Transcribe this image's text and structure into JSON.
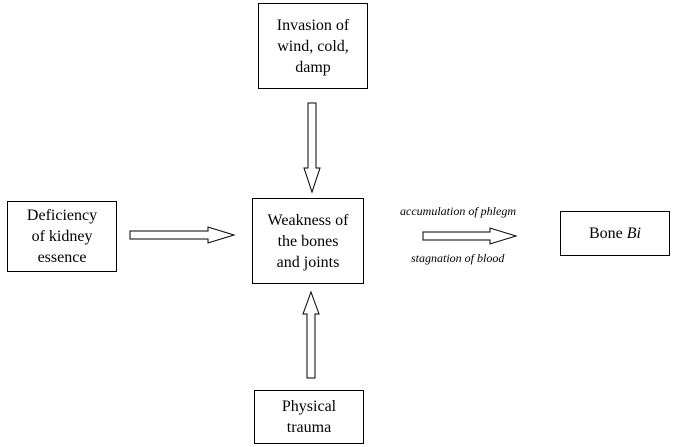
{
  "nodes": {
    "invasion": [
      "Invasion of",
      "wind, cold,",
      "damp"
    ],
    "deficiency": [
      "Deficiency",
      "of kidney",
      "essence"
    ],
    "weakness": [
      "Weakness of",
      "the bones",
      "and joints"
    ],
    "bone": {
      "prefix": "Bone ",
      "italic": "Bi"
    },
    "trauma": [
      "Physical",
      "trauma"
    ]
  },
  "edge_labels": {
    "top": "accumulation of phlegm",
    "bottom": "stagnation of blood"
  }
}
